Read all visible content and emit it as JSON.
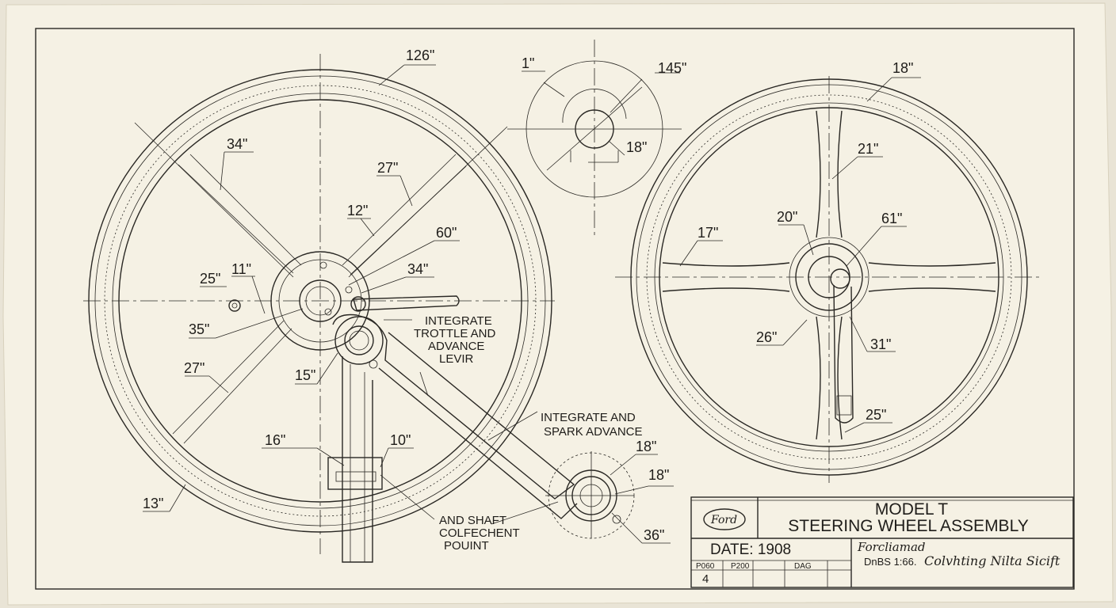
{
  "drawing": {
    "dimensions_left": [
      "126\"",
      "34\"",
      "27\"",
      "12\"",
      "60\"",
      "34\"",
      "25\"",
      "11\"",
      "35\"",
      "27\"",
      "15\"",
      "16\"",
      "10\"",
      "13\""
    ],
    "dimensions_top": [
      "1\"",
      "145\"",
      "18\""
    ],
    "dimensions_right": [
      "18\"",
      "21\"",
      "17\"",
      "20\"",
      "61\"",
      "26\"",
      "31\"",
      "25\""
    ],
    "dimensions_lower": [
      "18\"",
      "18\"",
      "36\""
    ],
    "notes": {
      "throttle": [
        "INTEGRATE",
        "TROTTLE AND",
        "ADVANCE",
        "LEVIR"
      ],
      "spark": [
        "INTEGRATE AND",
        "SPARK ADVANCE"
      ],
      "shaft": [
        "AND SHAFT",
        "COLFECHENT",
        "POUINT"
      ]
    }
  },
  "title_block": {
    "logo_text": "Ford",
    "model": "MODEL T",
    "title": "STEERING WHEEL  ASSEMBLY",
    "date": "DATE: 1908",
    "cells": [
      "P060",
      "P200",
      "DAG"
    ],
    "sheet_no": "4",
    "signature_1": "Forcliamad",
    "drawing_no": "DnBS 1:66.",
    "signature_2": "Colvhting Nilta Sicift"
  },
  "colors": {
    "paper": "#f5f1e4",
    "ink": "#2a2824",
    "background": "#e9e4d6"
  }
}
